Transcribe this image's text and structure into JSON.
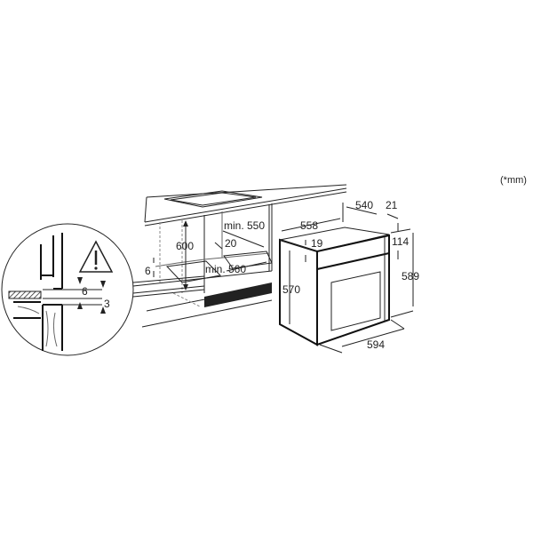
{
  "unit_note": "(*mm)",
  "dimensions": {
    "niche_height": "600",
    "niche_depth": "min. 550",
    "niche_width": "min. 560",
    "gap_20": "20",
    "gap_6": "6",
    "oven_depth": "540",
    "front_21": "21",
    "oven_width_top": "558",
    "top_19": "19",
    "panel_114": "114",
    "oven_height_front": "589",
    "oven_body_height": "570",
    "oven_width_front": "594",
    "detail_6": "6",
    "detail_3": "3"
  },
  "icons": [
    "warning-triangle-icon"
  ]
}
